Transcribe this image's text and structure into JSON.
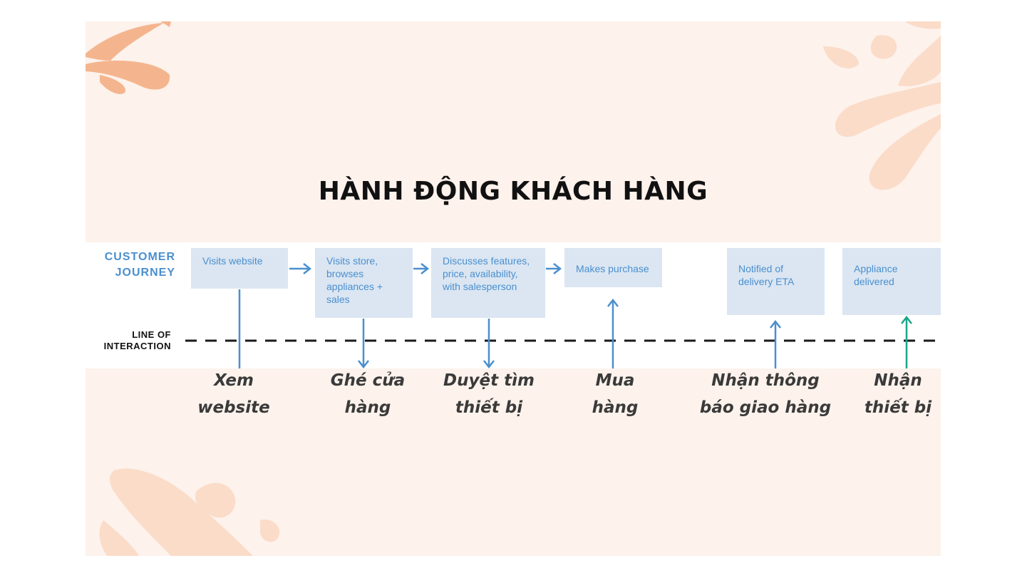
{
  "title": "HÀNH ĐỘNG KHÁCH HÀNG",
  "labels": {
    "customer_journey": [
      "CUSTOMER",
      "JOURNEY"
    ],
    "line_of_interaction": [
      "LINE OF",
      "INTERACTION"
    ]
  },
  "steps": [
    {
      "box": "Visits website",
      "caption": [
        "Xem",
        "website"
      ]
    },
    {
      "box": "Visits store, browses appliances + sales",
      "caption": [
        "Ghé cửa",
        "hàng"
      ]
    },
    {
      "box": "Discusses features, price, availability, with salesperson",
      "caption": [
        "Duyệt tìm",
        "thiết bị"
      ]
    },
    {
      "box": "Makes purchase",
      "caption": [
        "Mua",
        "hàng"
      ]
    },
    {
      "box": "Notified of delivery ETA",
      "caption": [
        "Nhận thông",
        "báo giao hàng"
      ]
    },
    {
      "box": "Appliance delivered",
      "caption": [
        "Nhận",
        "thiết bị"
      ]
    }
  ],
  "colors": {
    "background": "#fdf2ec",
    "box": "#dbe6f2",
    "box_text": "#4a8fcf",
    "arrow_blue": "#4a8fcf",
    "arrow_teal": "#1aa58a",
    "deco_orange": "#f4b58e",
    "deco_peach": "#fbdcc9"
  }
}
